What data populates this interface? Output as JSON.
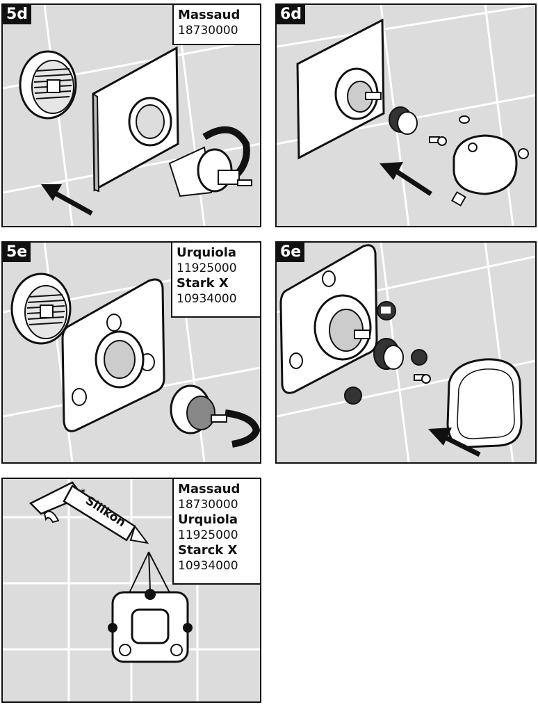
{
  "panels": {
    "p5d": {
      "step": "5d",
      "items": [
        {
          "name": "Massaud",
          "number": "18730000"
        }
      ]
    },
    "p6d": {
      "step": "6d"
    },
    "p5e": {
      "step": "5e",
      "items": [
        {
          "name": "Urquiola",
          "number": "11925000"
        },
        {
          "name": "Stark X",
          "number": "10934000"
        }
      ]
    },
    "p6e": {
      "step": "6e"
    },
    "p7": {
      "items": [
        {
          "name": "Massaud",
          "number": "18730000"
        },
        {
          "name": "Urquiola",
          "number": "11925000"
        },
        {
          "name": "Starck X",
          "number": "10934000"
        }
      ],
      "gun_label": "Silikon",
      "gun_mark": "*"
    }
  }
}
